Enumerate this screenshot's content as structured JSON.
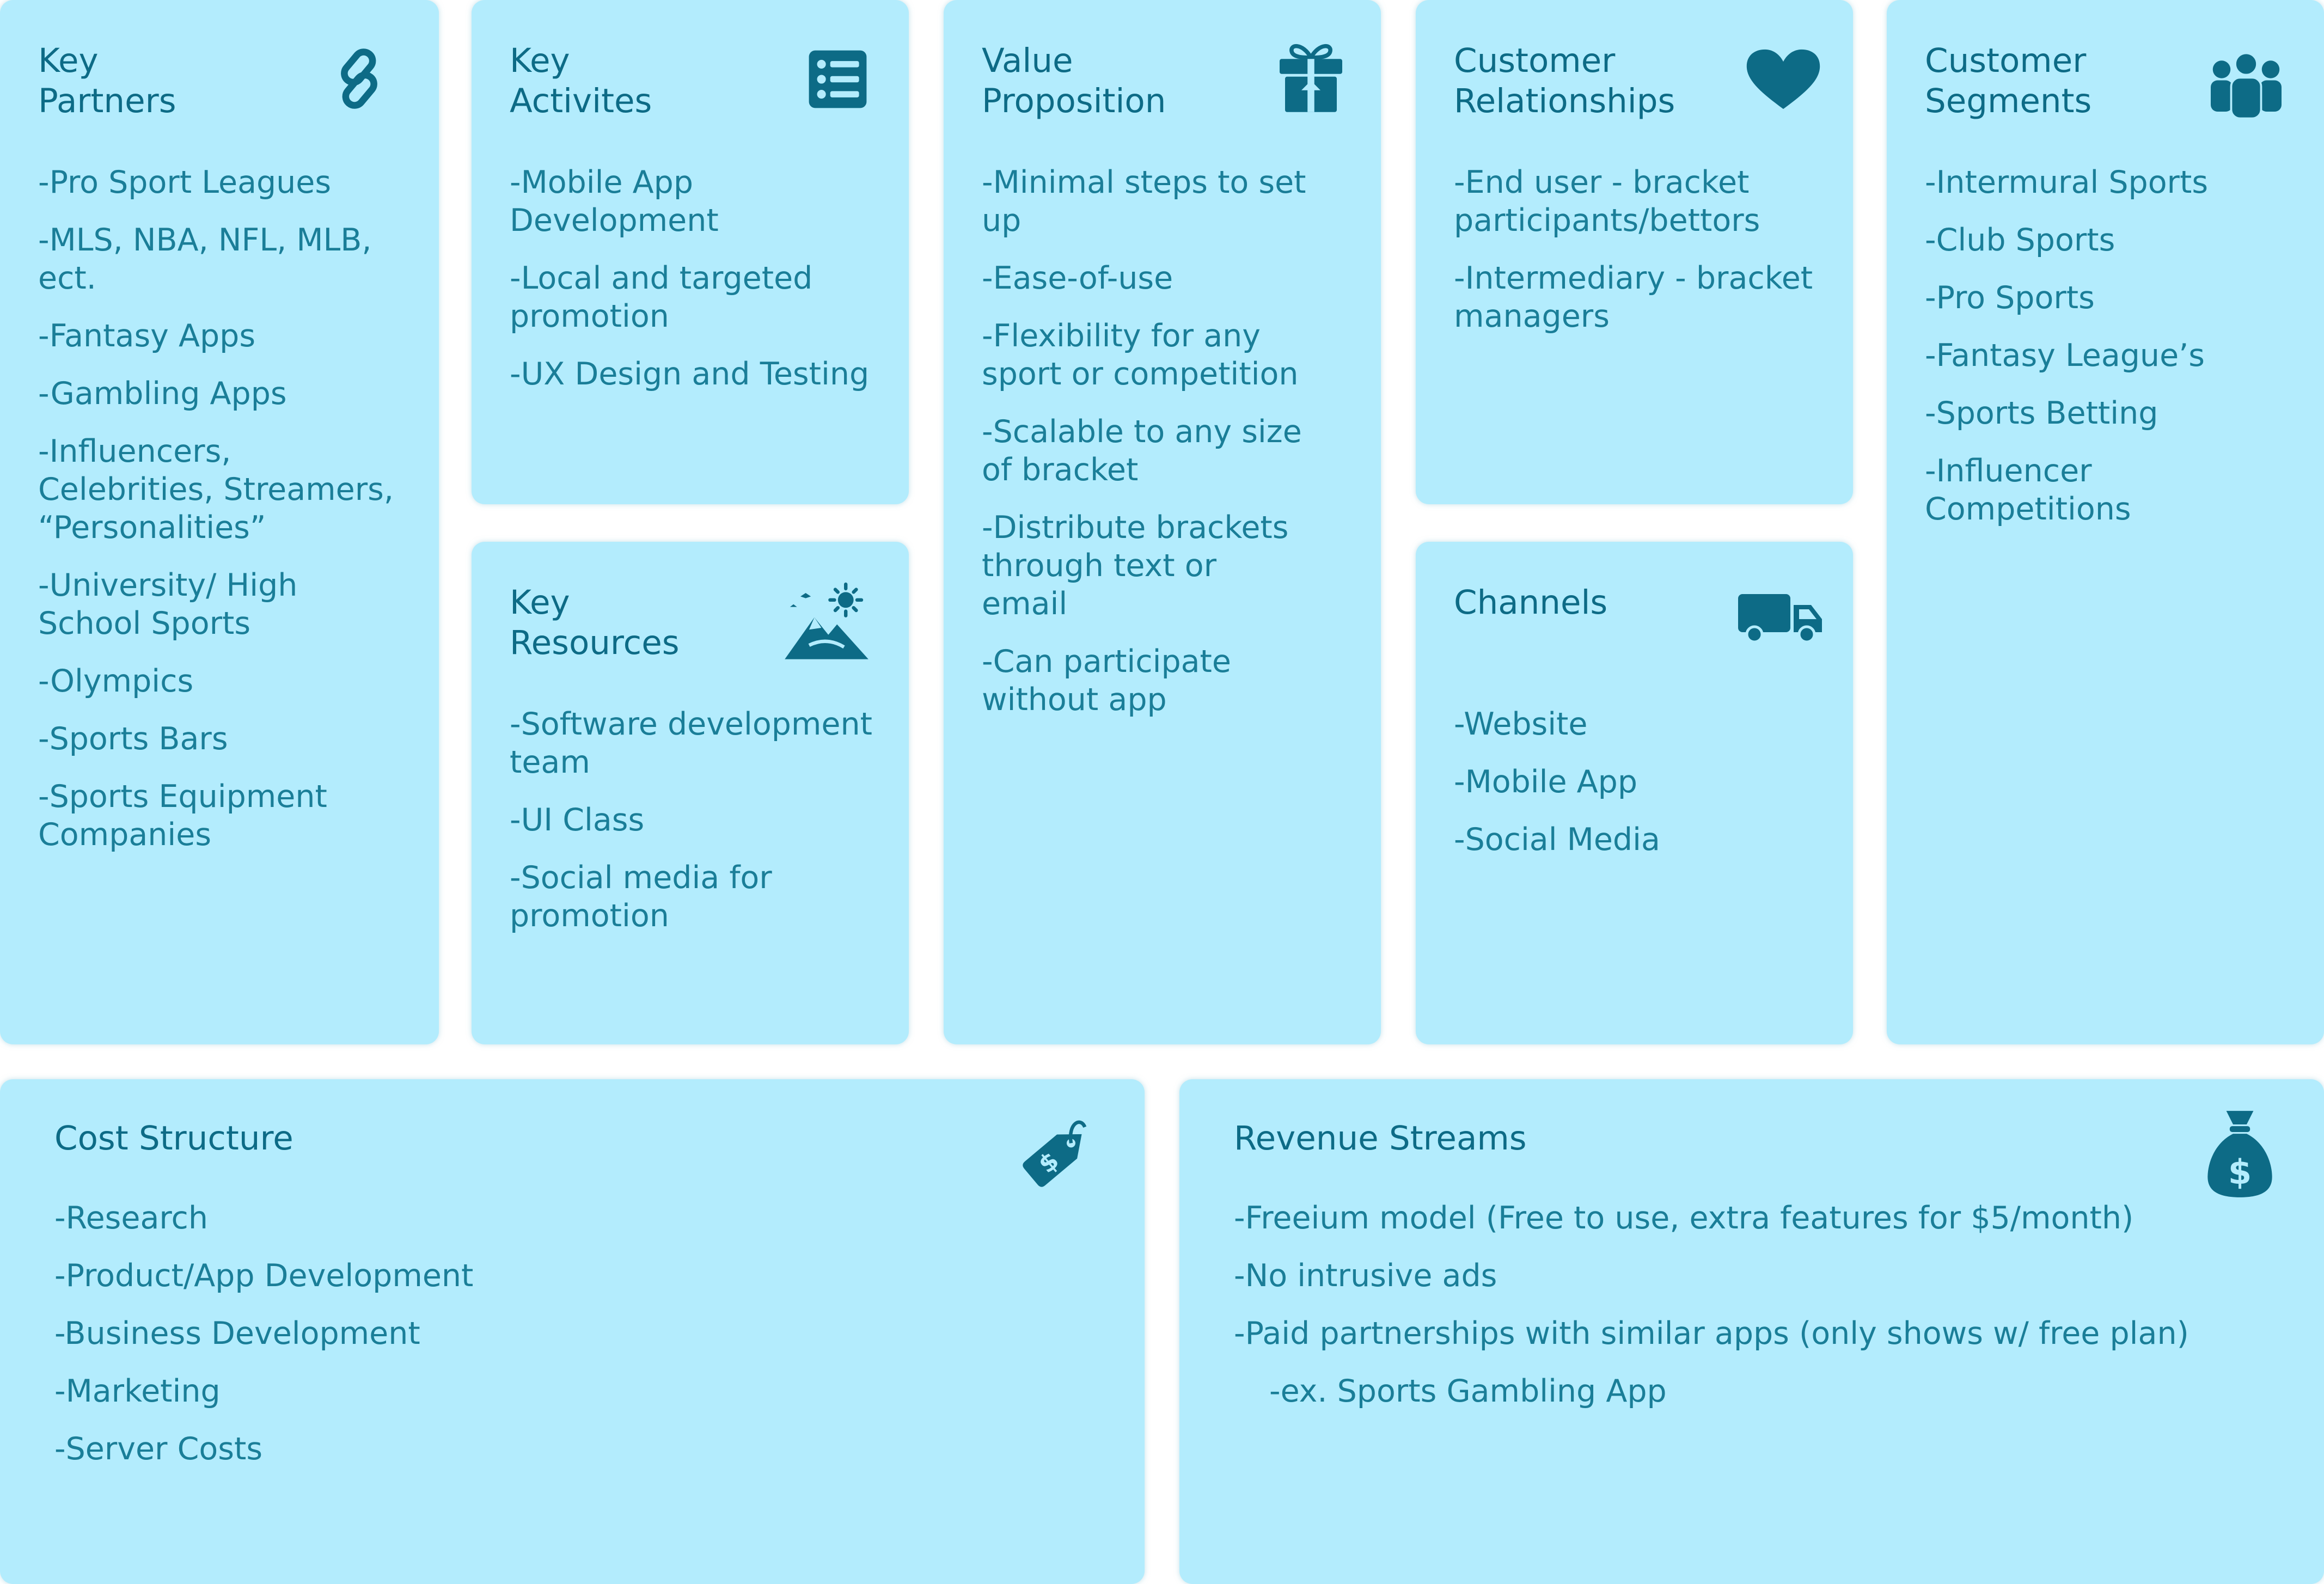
{
  "accent_color": "#0d6b86",
  "card_color": "#b3ecfd",
  "key_partners": {
    "title": "Key\nPartners",
    "icon": "link-icon",
    "items": [
      "-Pro Sport Leagues",
      "-MLS, NBA, NFL, MLB, ect.",
      "-Fantasy Apps",
      "-Gambling Apps",
      "-Influencers, Celebrities, Streamers, “Personalities”",
      "-University/ High School Sports",
      "-Olympics",
      "-Sports Bars",
      "-Sports Equipment Companies"
    ]
  },
  "key_activities": {
    "title": "Key\nActivites",
    "icon": "checklist-icon",
    "items": [
      "-Mobile App Development",
      "-Local and targeted promotion",
      "-UX Design and Testing"
    ]
  },
  "key_resources": {
    "title": "Key\nResources",
    "icon": "landscape-icon",
    "items": [
      "-Software development team",
      "-UI Class",
      "-Social media for promotion"
    ]
  },
  "value_proposition": {
    "title": "Value\nProposition",
    "icon": "gift-icon",
    "items": [
      "-Minimal steps to set up",
      "-Ease-of-use",
      "-Flexibility for any sport or competition",
      "-Scalable to any size of bracket",
      "-Distribute brackets through text or email",
      "-Can participate without app"
    ]
  },
  "customer_relationships": {
    "title": "Customer\nRelationships",
    "icon": "heart-icon",
    "items": [
      "-End user - bracket participants/bettors",
      "-Intermediary - bracket managers"
    ]
  },
  "channels": {
    "title": "Channels",
    "icon": "truck-icon",
    "items": [
      "-Website",
      "-Mobile App",
      "-Social Media"
    ]
  },
  "customer_segments": {
    "title": "Customer\nSegments",
    "icon": "people-group-icon",
    "items": [
      "-Intermural Sports",
      "-Club Sports",
      "-Pro Sports",
      "-Fantasy League’s",
      "-Sports Betting",
      "-Influencer Competitions"
    ]
  },
  "cost_structure": {
    "title": "Cost Structure",
    "icon": "price-tag-icon",
    "items": [
      "-Research",
      "-Product/App Development",
      "-Business Development",
      "-Marketing",
      "-Server Costs"
    ]
  },
  "revenue_streams": {
    "title": "Revenue Streams",
    "icon": "money-bag-icon",
    "items": [
      "-Freeium model (Free to use, extra features for $5/month)",
      "-No intrusive ads",
      "-Paid partnerships with similar apps (only shows w/ free plan)",
      "-ex. Sports Gambling App"
    ]
  }
}
